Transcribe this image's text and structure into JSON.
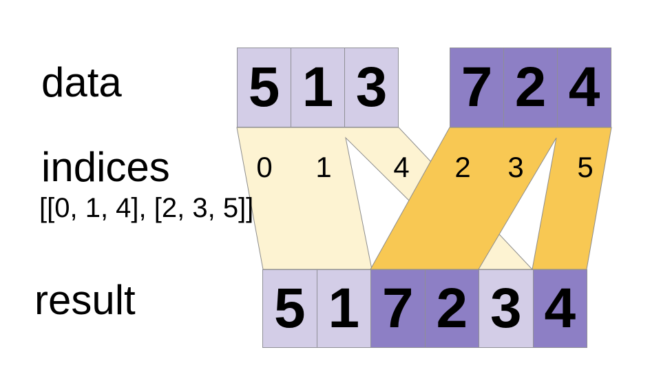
{
  "diagram": {
    "labels": {
      "data": "data",
      "indices": "indices",
      "indices_value": "[[0, 1, 4], [2, 3, 5]]",
      "result": "result"
    },
    "data_arrays": [
      {
        "values": [
          "5",
          "1",
          "3"
        ]
      },
      {
        "values": [
          "7",
          "2",
          "4"
        ]
      }
    ],
    "index_values": [
      "0",
      "1",
      "4",
      "2",
      "3",
      "5"
    ],
    "result_values": [
      "5",
      "1",
      "7",
      "2",
      "3",
      "4"
    ],
    "colors": {
      "light_cell": "#d3cde7",
      "dark_cell": "#8d7fc5",
      "cream_band": "#fdf3d2",
      "gold_band": "#f8c853",
      "cell_border": "#8f8f96",
      "band_stroke": "#8c8c8c"
    }
  }
}
